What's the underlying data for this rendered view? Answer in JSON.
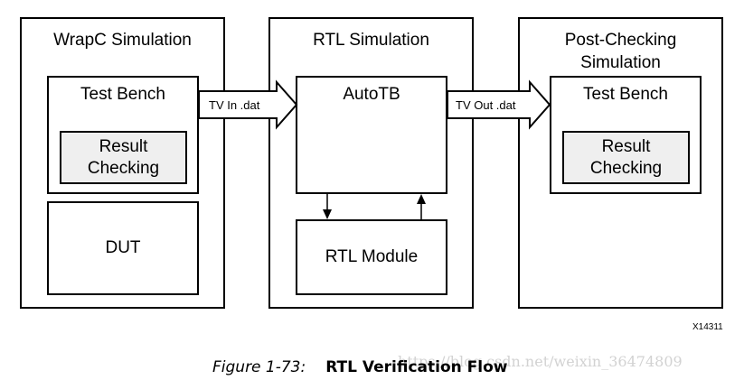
{
  "wrapc": {
    "title": "WrapC Simulation",
    "test_bench": "Test Bench",
    "result_line1": "Result",
    "result_line2": "Checking",
    "dut": "DUT"
  },
  "rtl": {
    "title": "RTL Simulation",
    "autotb": "AutoTB",
    "module": "RTL Module"
  },
  "post": {
    "title_line1": "Post-Checking",
    "title_line2": "Simulation",
    "test_bench": "Test Bench",
    "result_line1": "Result",
    "result_line2": "Checking"
  },
  "arrows": {
    "tv_in": "TV In .dat",
    "tv_out": "TV Out .dat"
  },
  "figure_id": "X14311",
  "caption": {
    "number": "Figure 1-73:",
    "title": "RTL Verification Flow"
  },
  "watermark": "https://blog.csdn.net/weixin_36474809",
  "colors": {
    "border": "#000000",
    "shaded_fill": "#efefef",
    "background": "#ffffff"
  }
}
